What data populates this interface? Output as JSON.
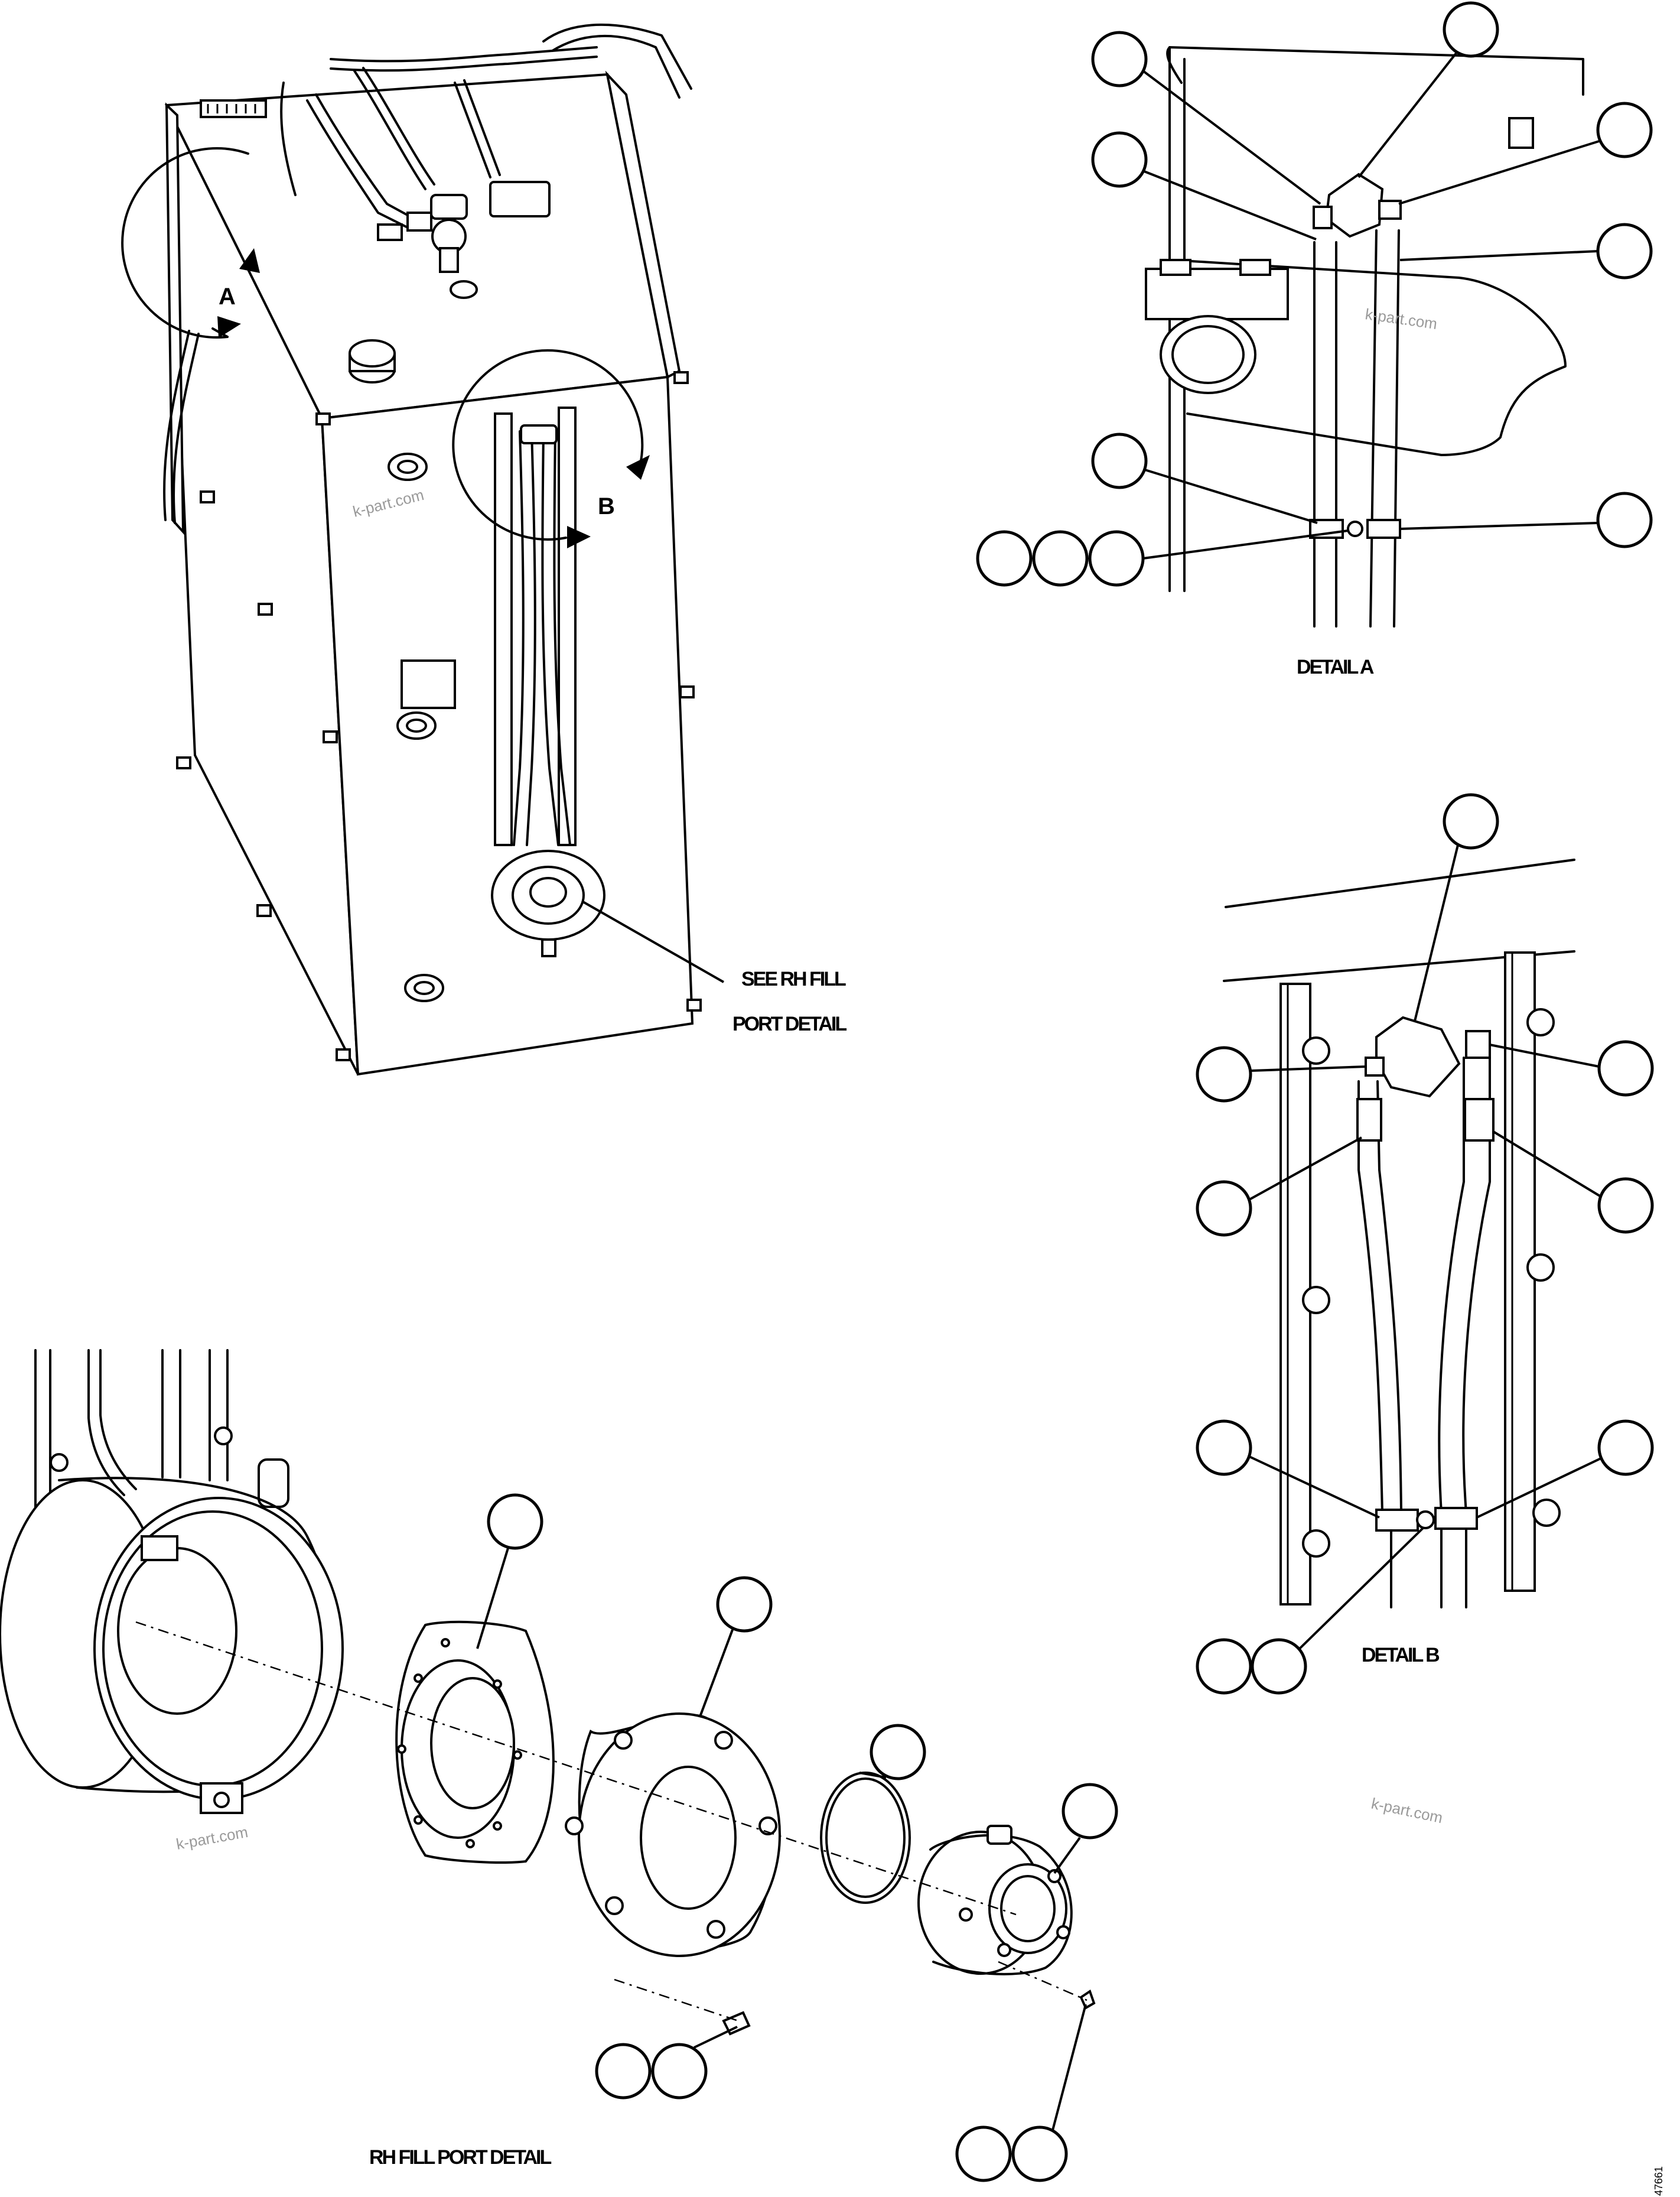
{
  "labels": {
    "detail_a": "DETAIL A",
    "detail_b": "DETAIL B",
    "rh_fill_port_detail": "RH FILL PORT DETAIL",
    "see_rh_fill_line1": "SEE RH FILL",
    "see_rh_fill_line2": "PORT DETAIL",
    "callout_a": "A",
    "callout_b": "B",
    "drawing_number": "47661"
  },
  "watermark": "k-part.com",
  "colors": {
    "line": "#000000",
    "background": "#ffffff",
    "watermark": "#9a9a9a"
  }
}
